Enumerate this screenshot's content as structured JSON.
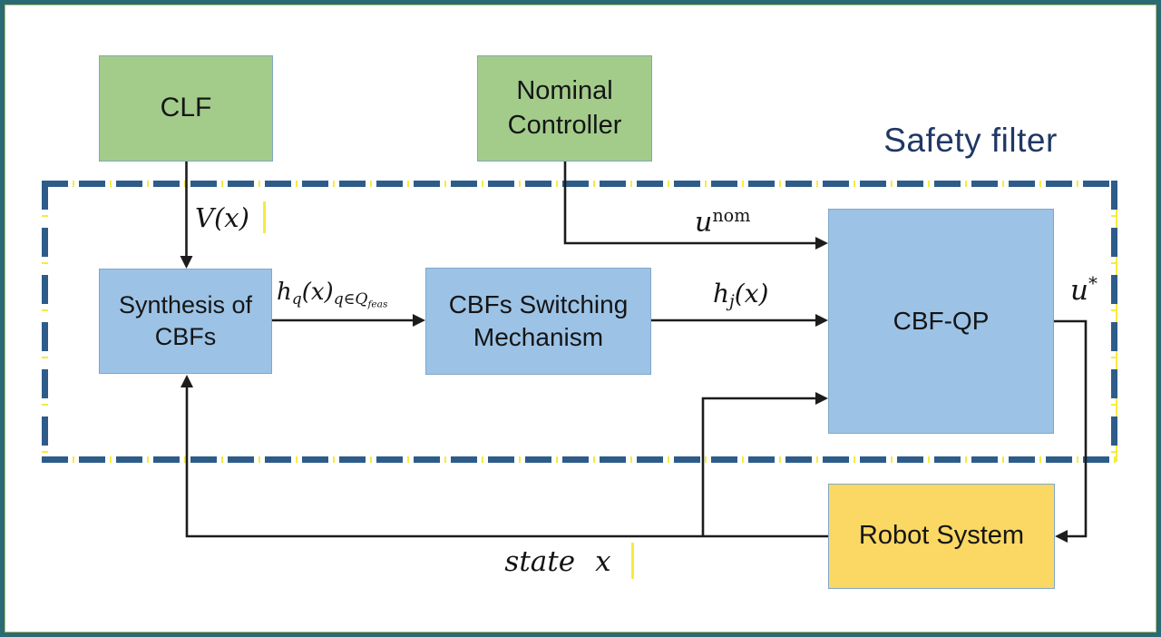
{
  "diagram_title": "Safety filter",
  "colors": {
    "outer_border": "#2A6A74",
    "outer_border_inner_line": "#B9BD6E",
    "dashed_border": "#2E5C8A",
    "green_box": "#A3CC8B",
    "blue_box": "#9CC3E6",
    "yellow_box": "#FBD863",
    "box_border": "#7FA7C9",
    "arrow": "#1C1C1C",
    "title_text": "#1F3864",
    "caret_yellow": "#F5EC3D"
  },
  "nodes": {
    "clf": {
      "label": "CLF"
    },
    "nominal_controller": {
      "line1": "Nominal",
      "line2": "Controller"
    },
    "synthesis_cbfs": {
      "line1": "Synthesis of",
      "line2": "CBFs"
    },
    "cbfs_switching": {
      "line1": "CBFs Switching",
      "line2": "Mechanism"
    },
    "cbf_qp": {
      "label": "CBF-QP"
    },
    "robot_system": {
      "label": "Robot System"
    }
  },
  "signals": {
    "v_of_x": "V(x)",
    "u_nom_base": "u",
    "u_nom_sup": "nom",
    "h_q_base": "h",
    "h_q_sub": "q",
    "h_q_args": "(x)",
    "h_q_subscript": "q∈Q",
    "h_q_subsubscript": "feas",
    "h_j_base": "h",
    "h_j_sub": "j",
    "h_j_args": "(x)",
    "u_star_base": "u",
    "u_star_sup": "*",
    "state_word": "state",
    "state_var": "x"
  }
}
